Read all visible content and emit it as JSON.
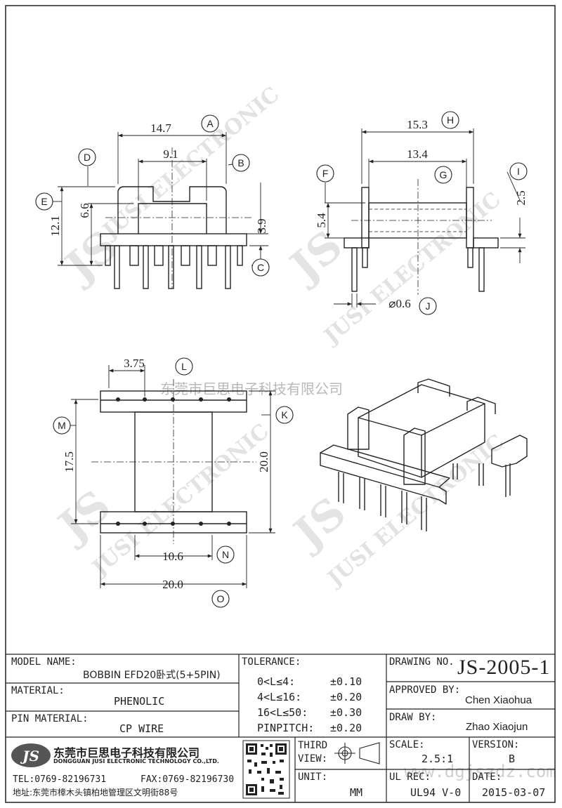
{
  "watermark": {
    "brand_initials": "JS",
    "brand_name": "JUSI ELECTRONIC",
    "company_overlay": "东莞市巨思电子科技有限公司",
    "website": "www.dgjszdz.com"
  },
  "callouts": [
    "A",
    "B",
    "C",
    "D",
    "E",
    "F",
    "G",
    "H",
    "I",
    "J",
    "K",
    "L",
    "M",
    "N",
    "O"
  ],
  "dimensions": {
    "front_width": "14.7",
    "front_inner_width": "9.1",
    "front_height": "12.1",
    "front_mid_height": "6.6",
    "front_base_height": "3.9",
    "side_width": "15.3",
    "side_inner_width": "13.4",
    "side_height": "5.4",
    "side_flange": "2.5",
    "pin_diameter": "⌀0.6",
    "pin_pitch": "3.75",
    "top_inner_height": "17.5",
    "top_total_height": "20.0",
    "top_core_width": "10.6",
    "top_total_width": "20.0"
  },
  "title_block": {
    "model_name_label": "MODEL NAME:",
    "model_name_value": "BOBBIN EFD20卧式(5+5PIN)",
    "material_label": "MATERIAL:",
    "material_value": "PHENOLIC",
    "pin_material_label": "PIN MATERIAL:",
    "pin_material_value": "CP WIRE",
    "tolerance_label": "TOLERANCE:",
    "tolerances": [
      {
        "range": "0<L≤4:",
        "value": "±0.10"
      },
      {
        "range": "4<L≤16:",
        "value": "±0.20"
      },
      {
        "range": "16<L≤50:",
        "value": "±0.30"
      },
      {
        "range": "PINPITCH:",
        "value": "±0.20"
      }
    ],
    "third_view_label_1": "THIRD",
    "third_view_label_2": "VIEW:",
    "unit_label": "UNIT:",
    "unit_value": "MM",
    "drawing_no_label": "DRAWING NO.",
    "drawing_no_value": "JS-2005-1",
    "approved_by_label": "APPROVED BY:",
    "approved_by_value": "Chen Xiaohua",
    "draw_by_label": "DRAW BY:",
    "draw_by_value": "Zhao Xiaojun",
    "scale_label": "SCALE:",
    "scale_value": "2.5:1",
    "version_label": "VERSION:",
    "version_value": "B",
    "ul_rec_label": "UL REC:",
    "ul_rec_value": "UL94 V-0",
    "date_label": "DATE:",
    "date_value": "2015-03-07"
  },
  "company": {
    "logo_text": "JS",
    "name_cn": "东莞市巨思电子科技有限公司",
    "name_en": "DONGGUAN JUSI ELECTRONIC TECHNOLOGY CO.,LTD.",
    "tel": "TEL:0769-82196731",
    "fax": "FAX:0769-82196730",
    "address": "地址:东莞市樟木头镇柏地管理区文明街88号"
  }
}
